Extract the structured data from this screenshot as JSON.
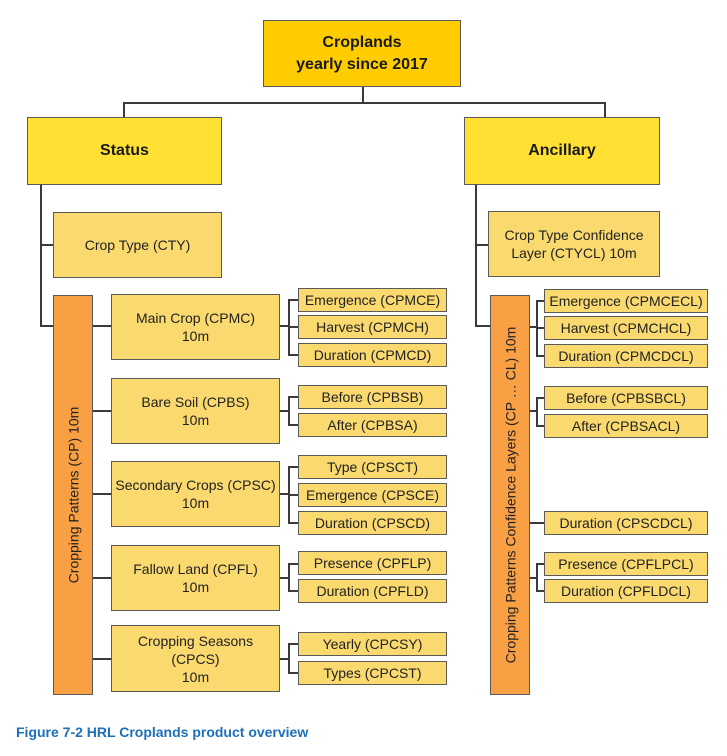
{
  "root": "Croplands\nyearly since 2017",
  "status": "Status",
  "ancillary": "Ancillary",
  "crop_type": "Crop Type (CTY)",
  "crop_type_conf": "Crop Type Confidence\nLayer (CTYCL) 10m",
  "cp_label": "Cropping Patterns (CP) 10m",
  "cpcl_label": "Cropping Patterns Confidence Layers  (CP … CL) 10m",
  "main_crop": "Main Crop (CPMC)\n10m",
  "bare_soil": "Bare Soil (CPBS)\n10m",
  "secondary": "Secondary Crops (CPSC)\n10m",
  "fallow": "Fallow Land (CPFL)\n10m",
  "seasons": "Cropping Seasons\n(CPCS)\n10m",
  "mc_items": [
    "Emergence (CPMCE)",
    "Harvest (CPMCH)",
    "Duration (CPMCD)"
  ],
  "bs_items": [
    "Before (CPBSB)",
    "After (CPBSA)"
  ],
  "sc_items": [
    "Type (CPSCT)",
    "Emergence (CPSCE)",
    "Duration (CPSCD)"
  ],
  "fl_items": [
    "Presence (CPFLP)",
    "Duration (CPFLD)"
  ],
  "cs_items": [
    "Yearly (CPCSY)",
    "Types (CPCST)"
  ],
  "mccl_items": [
    "Emergence (CPMCECL)",
    "Harvest (CPMCHCL)",
    "Duration (CPMCDCL)"
  ],
  "bscl_items": [
    "Before (CPBSBCL)",
    "After (CPBSACL)"
  ],
  "sccl_items": [
    "Duration (CPSCDCL)"
  ],
  "flcl_items": [
    "Presence (CPFLPCL)",
    "Duration (CPFLDCL)"
  ],
  "caption": "Figure 7-2 HRL Croplands product overview",
  "colors": {
    "root": "#ffcc00",
    "level1": "#ffe033",
    "leaf": "#fad96f",
    "vertical_bar": "#f9a044",
    "caption": "#1d6fb8"
  }
}
